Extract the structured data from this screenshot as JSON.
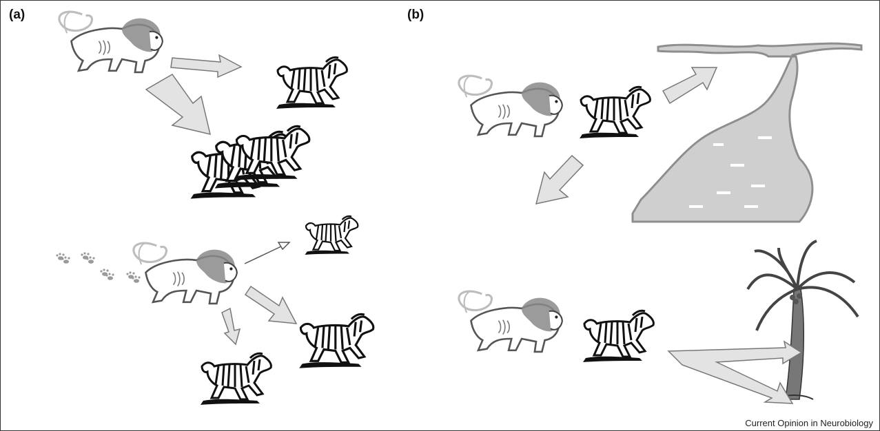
{
  "panels": {
    "a": {
      "label": "(a)"
    },
    "b": {
      "label": "(b)"
    }
  },
  "credit": "Current Opinion in Neurobiology",
  "colors": {
    "frame": "#333333",
    "lion_body": "#ffffff",
    "lion_outline": "#555555",
    "lion_mane": "#8a8a8a",
    "lion_tail": "#bdbdbd",
    "zebra_stroke": "#111111",
    "arrow_fill": "#e3e3e3",
    "arrow_stroke": "#777777",
    "river": "#cfcfcf",
    "river_bank": "#8e8e8e",
    "pawprint": "#9a9a9a",
    "tree": "#444444"
  }
}
